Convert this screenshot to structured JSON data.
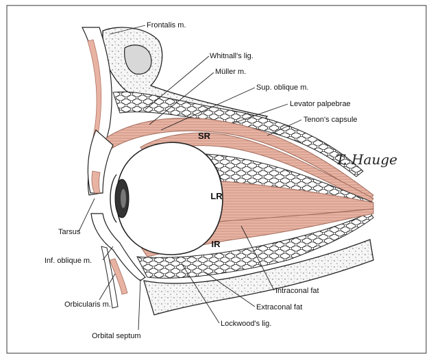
{
  "labels": {
    "frontalis": "Frontalis m.",
    "whitnall": "Whitnall's lig.",
    "muller": "Müller m.",
    "sup_oblique": "Sup. oblique m.",
    "levator": "Levator palpebrae",
    "tenon": "Tenon's capsule",
    "tarsus": "Tarsus",
    "inf_oblique": "Inf. oblique m.",
    "orbicularis": "Orbicularis m.",
    "orbital_septum": "Orbital septum",
    "lockwood": "Lockwood's lig.",
    "extraconal": "Extraconal fat",
    "intraconal": "Intraconal fat"
  },
  "muscles": {
    "sr": "SR",
    "lr": "LR",
    "ir": "IR"
  },
  "signature": "T. Hauge",
  "colors": {
    "muscle": "#e8b3a3",
    "muscle_stroke": "#b07060",
    "outline": "#222222",
    "fat": "#ffffff",
    "bone": "#f4f4f4"
  }
}
